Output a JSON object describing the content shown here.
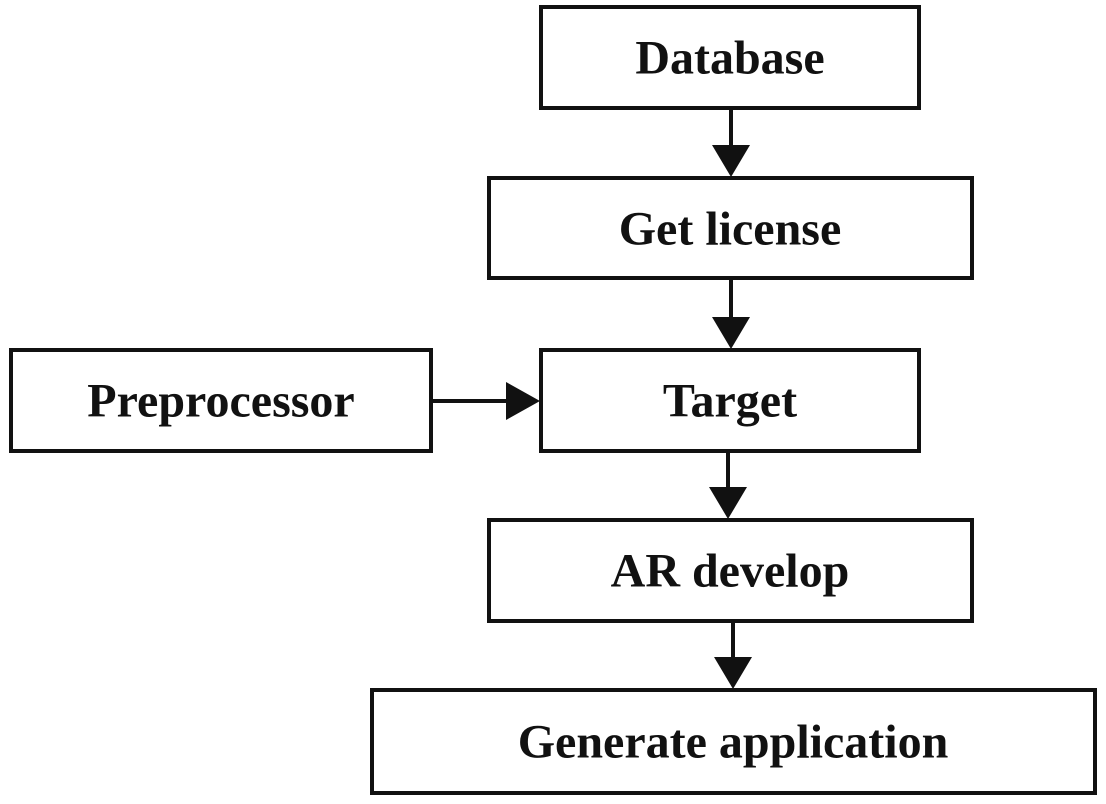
{
  "nodes": {
    "database": {
      "label": "Database"
    },
    "get_license": {
      "label": "Get license"
    },
    "preprocessor": {
      "label": "Preprocessor"
    },
    "target": {
      "label": "Target"
    },
    "ar_develop": {
      "label": "AR develop"
    },
    "generate_application": {
      "label": "Generate application"
    }
  },
  "edges": [
    {
      "from": "Database",
      "to": "Get license"
    },
    {
      "from": "Get license",
      "to": "Target"
    },
    {
      "from": "Preprocessor",
      "to": "Target"
    },
    {
      "from": "Target",
      "to": "AR develop"
    },
    {
      "from": "AR develop",
      "to": "Generate application"
    }
  ],
  "colors": {
    "stroke": "#111111",
    "fill": "#ffffff"
  }
}
